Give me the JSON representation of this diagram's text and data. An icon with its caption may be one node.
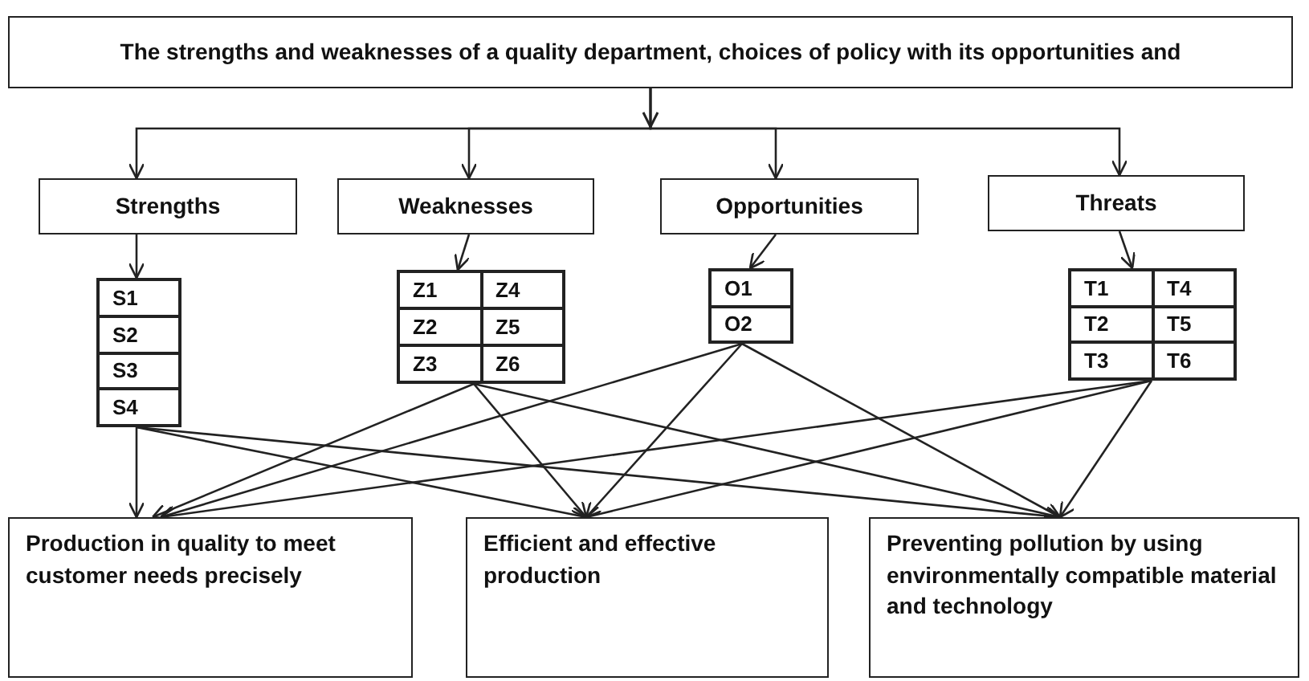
{
  "diagram": {
    "nodes": [
      {
        "text": [
          "The strengths and weaknesses of a quality department, choices of policy with its opportunities and"
        ]
      },
      {
        "text": [
          "Strengths"
        ]
      },
      {
        "text": [
          "Weaknesses"
        ]
      },
      {
        "text": [
          "Opportunities"
        ]
      },
      {
        "text": [
          "Threats"
        ]
      },
      {
        "text": [
          "S1",
          "S2",
          "S3",
          "S4"
        ]
      },
      {
        "text": [
          "Z1",
          "Z4",
          "Z2",
          "Z5",
          "Z3",
          "Z6"
        ]
      },
      {
        "text": [
          "O1",
          "O2"
        ]
      },
      {
        "text": [
          "T1",
          "T4",
          "T2",
          "T5",
          "T3",
          "T6"
        ]
      },
      {
        "text": [
          "Production in quality to meet customer needs precisely"
        ]
      },
      {
        "text": [
          "Efficient and effective production"
        ]
      },
      {
        "text": [
          "Preventing pollution by using environmentally compatible material and technology"
        ]
      }
    ],
    "edges": [
      {
        "from": 0,
        "to": 1,
        "arrow": "to"
      },
      {
        "from": 0,
        "to": 2,
        "arrow": "to"
      },
      {
        "from": 0,
        "to": 3,
        "arrow": "to"
      },
      {
        "from": 0,
        "to": 4,
        "arrow": "to"
      },
      {
        "from": 1,
        "to": 5,
        "arrow": "to"
      },
      {
        "from": 2,
        "to": 6,
        "arrow": "to"
      },
      {
        "from": 3,
        "to": 7,
        "arrow": "to"
      },
      {
        "from": 4,
        "to": 8,
        "arrow": "to"
      },
      {
        "from": 5,
        "to": 9,
        "arrow": "to"
      },
      {
        "from": 5,
        "to": 10,
        "arrow": "to"
      },
      {
        "from": 5,
        "to": 11,
        "arrow": "to"
      },
      {
        "from": 6,
        "to": 9,
        "arrow": "to"
      },
      {
        "from": 6,
        "to": 10,
        "arrow": "to"
      },
      {
        "from": 6,
        "to": 11,
        "arrow": "to"
      },
      {
        "from": 7,
        "to": 9,
        "arrow": "to"
      },
      {
        "from": 7,
        "to": 10,
        "arrow": "to"
      },
      {
        "from": 7,
        "to": 11,
        "arrow": "to"
      },
      {
        "from": 8,
        "to": 9,
        "arrow": "to"
      },
      {
        "from": 8,
        "to": 10,
        "arrow": "to"
      },
      {
        "from": 8,
        "to": 11,
        "arrow": "to"
      }
    ]
  }
}
